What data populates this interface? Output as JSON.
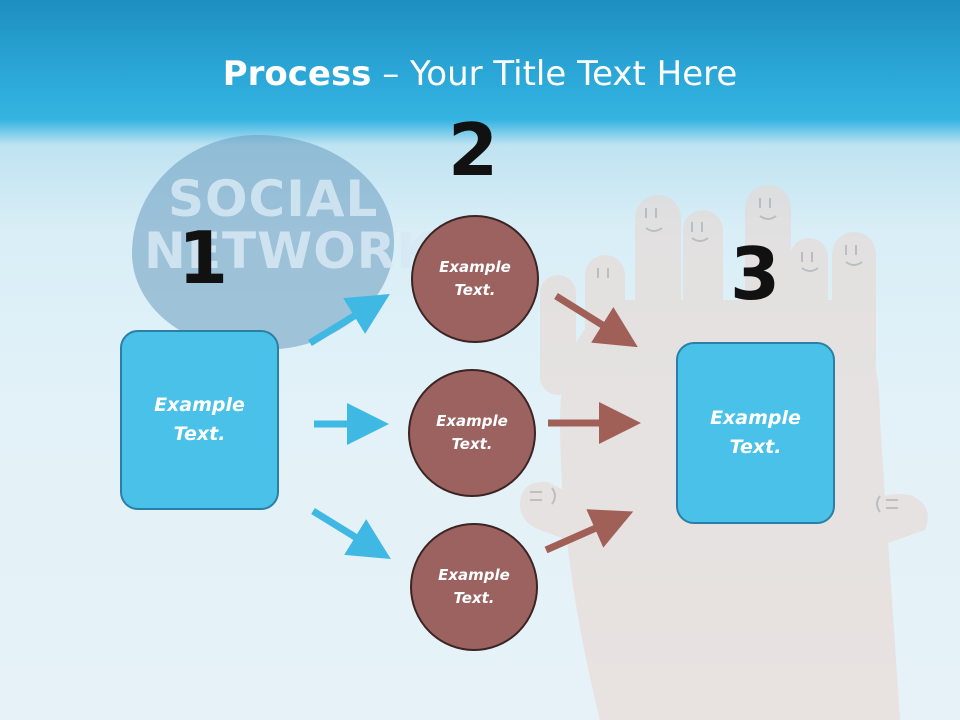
{
  "title": {
    "bold": "Process",
    "rest": " – Your Title Text Here"
  },
  "background_text": {
    "line1": "SOCIAL",
    "line2": "NETWORK"
  },
  "step_numbers": [
    "1",
    "2",
    "3"
  ],
  "left_box": {
    "text": "Example\nText."
  },
  "circles": [
    {
      "text": "Example\nText."
    },
    {
      "text": "Example\nText."
    },
    {
      "text": "Example\nText."
    }
  ],
  "right_box": {
    "text": "Example\nText."
  },
  "colors": {
    "header_blue": "#2aa6d6",
    "box_blue": "#49c1e8",
    "circle_brown": "#9b6260",
    "arrow_blue": "#3fb8e4",
    "arrow_brown": "#a06058"
  }
}
